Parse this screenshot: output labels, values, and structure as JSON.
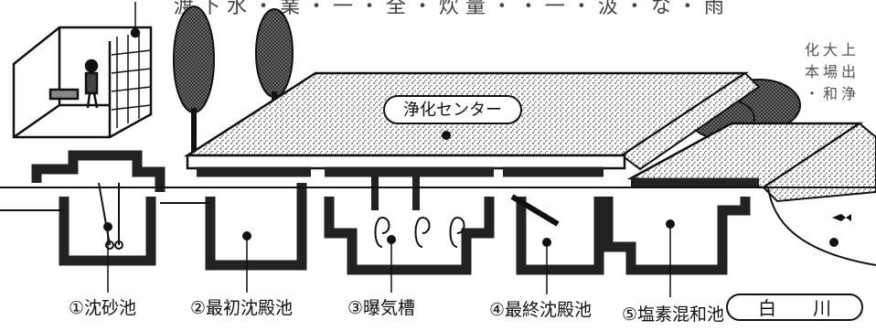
{
  "top_text": "渡 下 水 ・ 業 ・ 一 ・ 全 ・ 炊 量 ・ ・ 一 ・ 汲 ・ な ・ 雨",
  "right_text": "化 大 上 本 場 出 ・ 和 ・ 浄",
  "center_label": "浄化センター",
  "river_label": "白　　川",
  "steps": [
    "①沈砂池",
    "②最初沈殿池",
    "③曝気槽",
    "④最終沈殿池",
    "⑤塩素混和池"
  ]
}
